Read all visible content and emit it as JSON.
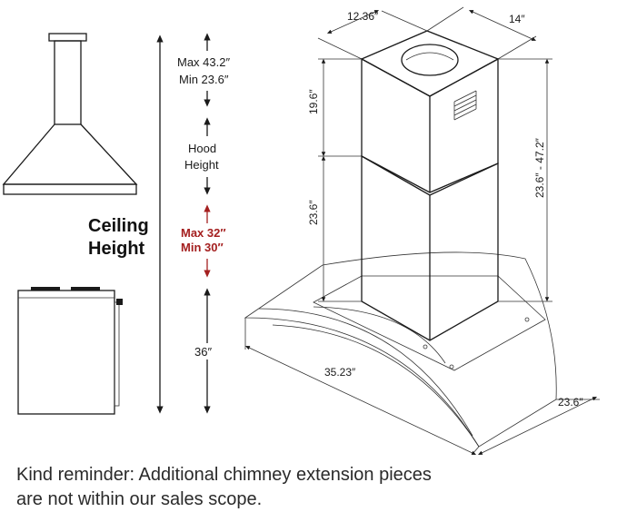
{
  "left_labels": {
    "max_chimney": "Max 43.2″",
    "min_chimney": "Min 23.6″",
    "hood_line1": "Hood",
    "hood_line2": "Height",
    "max_clearance": "Max 32″",
    "min_clearance": "Min 30″",
    "counter_height": "36″",
    "ceiling_line1": "Ceiling",
    "ceiling_line2": "Height"
  },
  "right_labels": {
    "depth_top": "12.36″",
    "width_top": "14″",
    "upper_chimney": "19.6″",
    "total_height": "23.6″ - 47.2″",
    "lower_chimney": "23.6″",
    "hood_width": "35.23″",
    "hood_depth": "23.6″"
  },
  "reminder": {
    "line1": "Kind reminder: Additional chimney extension pieces",
    "line2": "are not within our sales scope."
  },
  "colors": {
    "accent_red": "#a41f1f",
    "line": "#1a1a1a"
  }
}
